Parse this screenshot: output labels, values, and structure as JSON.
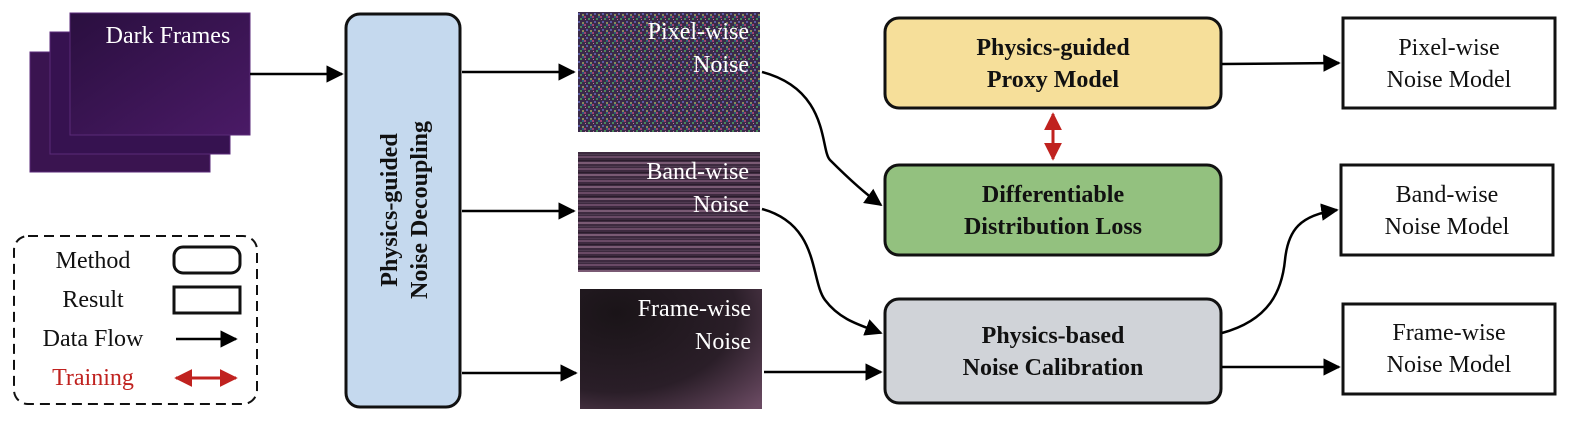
{
  "inputs": {
    "dark_frames": "Dark Frames"
  },
  "decoupling": {
    "line1": "Physics-guided",
    "line2": "Noise Decoupling"
  },
  "noise_tiles": {
    "pixel": [
      "Pixel-wise",
      "Noise"
    ],
    "band": [
      "Band-wise",
      "Noise"
    ],
    "frame": [
      "Frame-wise",
      "Noise"
    ]
  },
  "methods": {
    "proxy": [
      "Physics-guided",
      "Proxy Model"
    ],
    "loss": [
      "Differentiable",
      "Distribution Loss"
    ],
    "calibration": [
      "Physics-based",
      "Noise Calibration"
    ]
  },
  "results": {
    "pixel": [
      "Pixel-wise",
      "Noise Model"
    ],
    "band": [
      "Band-wise",
      "Noise Model"
    ],
    "frame": [
      "Frame-wise",
      "Noise Model"
    ]
  },
  "legend": {
    "method": "Method",
    "result": "Result",
    "data_flow": "Data Flow",
    "training": "Training"
  },
  "colors": {
    "decoupling_fill": "#c5d9ee",
    "proxy_fill": "#f6df9a",
    "loss_fill": "#93c17f",
    "calibration_fill": "#d0d3d8",
    "training_arrow": "#c0221f",
    "dark_frame": "#3a1450"
  }
}
